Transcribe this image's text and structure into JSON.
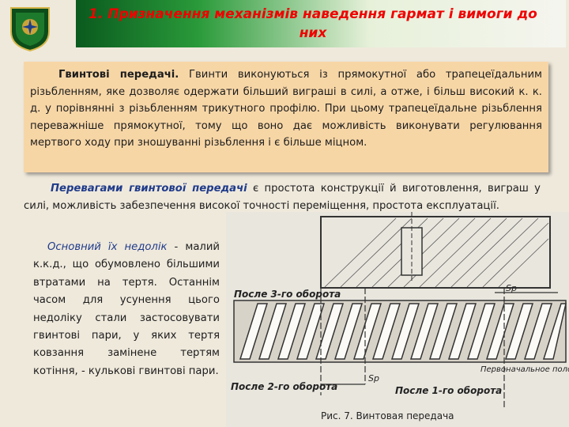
{
  "header": {
    "title": "1. Призначення механізмів наведення гармат і вимоги до них"
  },
  "box": {
    "lead": "Гвинтові передачі.",
    "text": " Гвинти виконуються із прямокутної або трапецеїдальним різьбленням, яке дозволяє одержати більший виграші в силі, а отже, і більш високий к. к. д. у порівнянні з різьбленням трикутного профілю. При цьому трапецеїдальне різьблення переважніше прямокутної, тому що воно дає можливість виконувати регулювання мертвого ходу при зношуванні різьблення і є більше міцном."
  },
  "advantages": {
    "lead": "Перевагами гвинтової передачі",
    "text": " є простота конструкції й виготовлення, виграш у силі, можливість забезпечення високої точності переміщення, простота експлуатації."
  },
  "drawback": {
    "lead": "Основний їх недолік",
    "text": " - малий к.к.д., що обумовлено більшими втратами на тертя. Останнім часом для усунення цього недоліку стали застосовувати гвинтові пари, у яких тертя ковзання замінене тертям котіння, - кулькові гвинтові пари."
  },
  "figure": {
    "label_after3": "После 3-го оборота",
    "label_after2": "После 2-го оборота",
    "label_after1": "После 1-го оборота",
    "label_initial": "Первоначальное положение гайки",
    "label_sp": "Sp",
    "caption": "Рис. 7. Винтовая передача"
  },
  "colors": {
    "title": "#f00000",
    "box_bg": "#f7d6a6",
    "highlight": "#1f3b8a",
    "header_green": "#0a5a1e"
  }
}
